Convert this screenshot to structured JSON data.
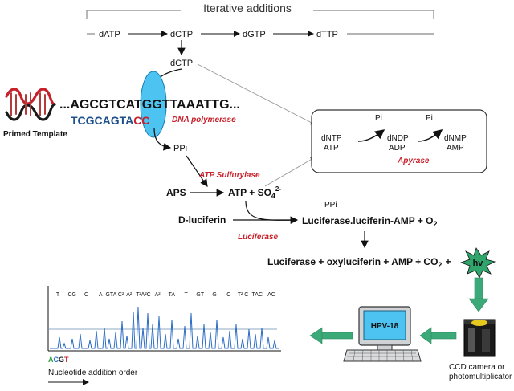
{
  "cycle": {
    "title": "Iterative additions",
    "nucleotides": [
      "dATP",
      "dCTP",
      "dGTP",
      "dTTP"
    ],
    "incoming": "dCTP"
  },
  "dna": {
    "top_strand": "...AGCGTCATGGTTAAATTG...",
    "bottom_prefix": "TCGCAGTA",
    "bottom_added": "CC",
    "enzyme": "DNA polymerase",
    "template_label": "Primed Template",
    "product": "PPi"
  },
  "apyrase_box": {
    "inputs": [
      "dNTP",
      "ATP"
    ],
    "pi1": "Pi",
    "mids": [
      "dNDP",
      "ADP"
    ],
    "pi2": "Pi",
    "outputs": [
      "dNMP",
      "AMP"
    ],
    "enzyme": "Apyrase"
  },
  "sulfurylase": {
    "enzyme": "ATP Sulfurylase",
    "substrate": "APS",
    "product_main": "ATP + SO",
    "product_sub": "4",
    "product_sup": "2-"
  },
  "luciferase": {
    "substrate": "D-luciferin",
    "enzyme": "Luciferase",
    "side_product": "PPi",
    "intermediate_main": "Luciferase.luciferin-AMP + O",
    "intermediate_sub": "2",
    "final_main": "Luciferase + oxyluciferin + AMP + CO",
    "final_sub": "2",
    "final_plus": "+",
    "light": "hv"
  },
  "detector": {
    "computer_screen": "HPV-18",
    "camera_label_line1": "CCD camera or",
    "camera_label_line2": "photomultiplicator"
  },
  "pyrogram": {
    "peak_labels": [
      "T",
      "CG",
      "C",
      "A",
      "GTA C²",
      "A²",
      "T²A²C",
      "A²",
      "TA",
      "T",
      "GT",
      "G",
      "C",
      "T² C",
      "TAC",
      "AC"
    ],
    "order_letters": [
      "A",
      "C",
      "G",
      "T"
    ],
    "order_colors": [
      "#2e9e3e",
      "#2b6cc4",
      "#222222",
      "#c8202a"
    ],
    "order_label": "Nucleotide addition order"
  },
  "colors": {
    "accent_green": "#3caa78",
    "arrow_green": "#2fa56c",
    "enzyme_red": "#c8202a",
    "polymerase_blue": "#4cc3f0",
    "strand_blue": "#1d4f8a",
    "screen_blue": "#4cc3f0"
  }
}
